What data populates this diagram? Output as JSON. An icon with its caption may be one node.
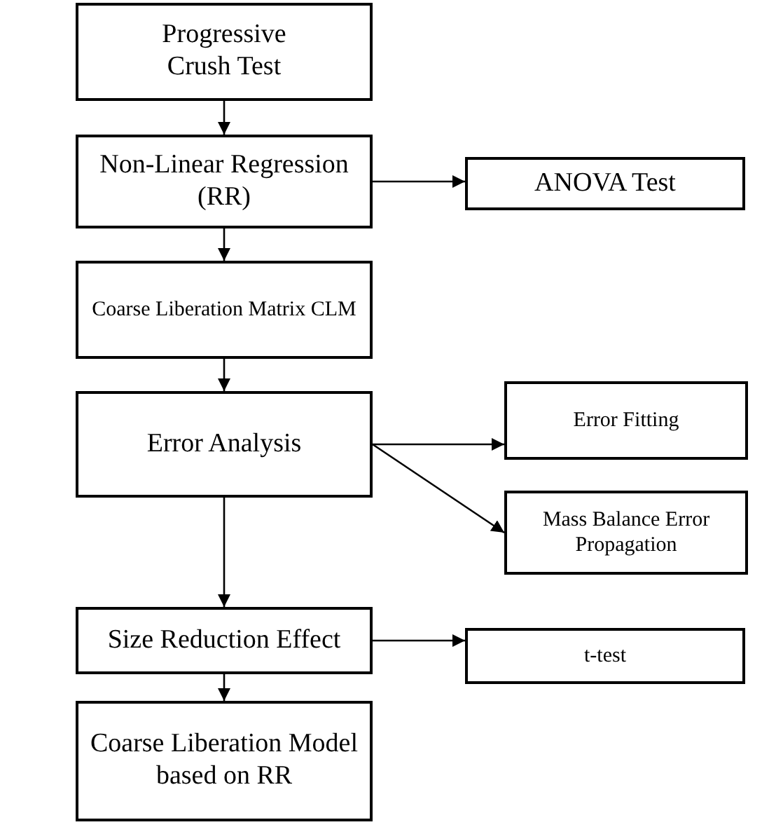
{
  "diagram": {
    "nodes": [
      {
        "text": [
          "Progressive Crush Test"
        ]
      },
      {
        "text": [
          "Non-Linear Regression (RR)"
        ]
      },
      {
        "text": [
          "ANOVA Test"
        ]
      },
      {
        "text": [
          "Coarse Liberation Matrix CLM"
        ]
      },
      {
        "text": [
          "Error Analysis"
        ]
      },
      {
        "text": [
          "Error Fitting"
        ]
      },
      {
        "text": [
          "Mass Balance Error Propagation"
        ]
      },
      {
        "text": [
          "Size Reduction Effect"
        ]
      },
      {
        "text": [
          "t-test"
        ]
      },
      {
        "text": [
          "Coarse Liberation Model based on RR"
        ]
      }
    ],
    "edges": [
      {
        "from": 0,
        "to": 1,
        "arrow": "to"
      },
      {
        "from": 1,
        "to": 2,
        "arrow": "to"
      },
      {
        "from": 1,
        "to": 3,
        "arrow": "to"
      },
      {
        "from": 3,
        "to": 4,
        "arrow": "to"
      },
      {
        "from": 4,
        "to": 5,
        "arrow": "to"
      },
      {
        "from": 4,
        "to": 6,
        "arrow": "to"
      },
      {
        "from": 4,
        "to": 7,
        "arrow": "to"
      },
      {
        "from": 7,
        "to": 8,
        "arrow": "to"
      },
      {
        "from": 7,
        "to": 9,
        "arrow": "to"
      }
    ]
  }
}
